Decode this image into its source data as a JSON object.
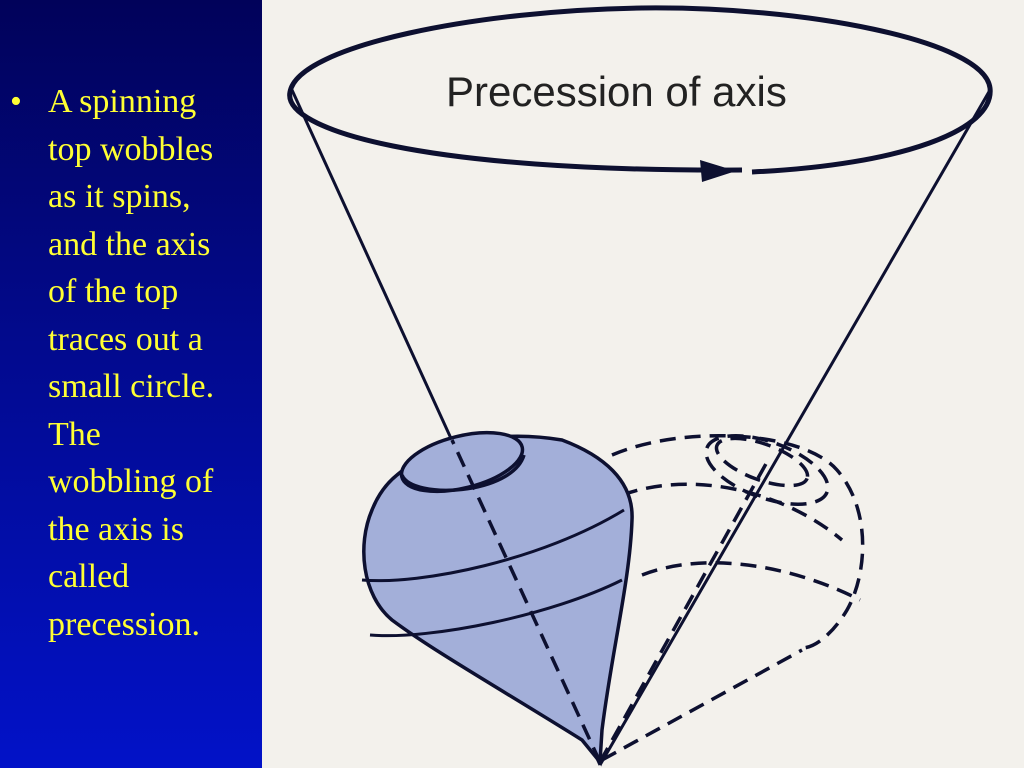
{
  "slide": {
    "bullet_symbol": "•",
    "bullet_lines": [
      "A spinning",
      "top wobbles",
      "as it spins,",
      "and the axis",
      "of the top",
      "traces out a",
      "small circle.",
      "The",
      "wobbling of",
      "the axis is",
      "called",
      "precession."
    ]
  },
  "diagram": {
    "label": "Precession of axis"
  },
  "colors": {
    "panel_blue_top": "#01025a",
    "panel_blue_bottom": "#0212c8",
    "text_yellow": "#ffff33",
    "diagram_bg": "#f3f1ec",
    "top_fill": "#a3afd9",
    "ink": "#0d1030"
  }
}
